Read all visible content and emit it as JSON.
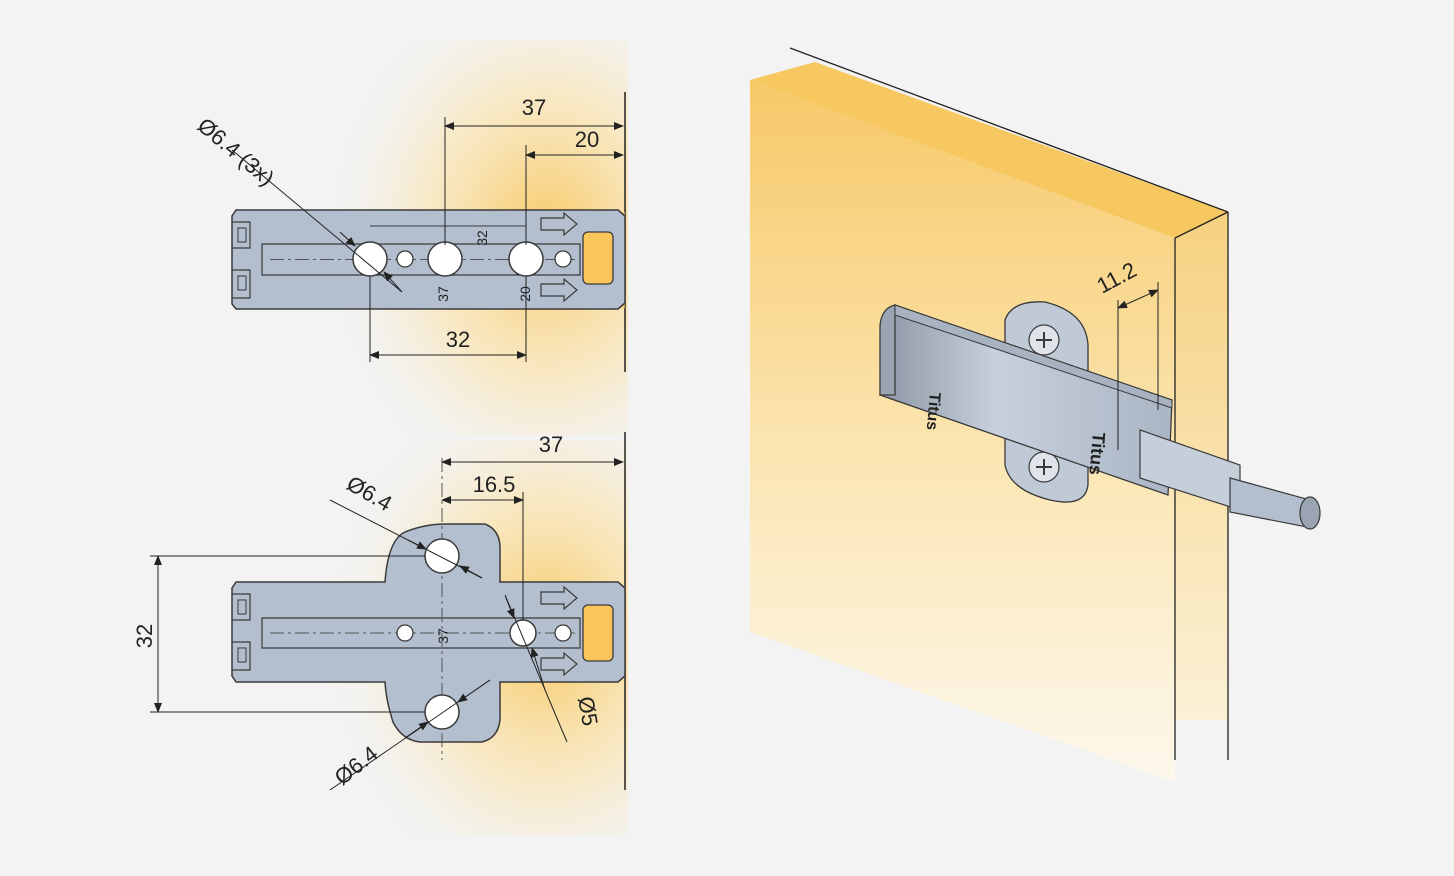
{
  "top_view": {
    "dims": {
      "d37": "37",
      "d20": "20",
      "d32_bottom": "32",
      "hole_dia": "Ø6.4 (3x)"
    },
    "plate_labels": {
      "p32": "32",
      "p37": "37",
      "p20": "20"
    }
  },
  "bottom_view": {
    "dims": {
      "d37": "37",
      "d16_5": "16.5",
      "d32_vert": "32",
      "hole_dia_top": "Ø6.4",
      "hole_dia_bottom": "Ø6.4",
      "hole_dia_small": "Ø5"
    },
    "plate_labels": {
      "p37": "37"
    }
  },
  "iso_view": {
    "dims": {
      "d11_2": "11.2"
    },
    "brand_text": "Titus"
  },
  "colors": {
    "plate": "#b3bfcf",
    "plate_stroke": "#3a3a3a",
    "glow": "#f8c65a",
    "wood": "#f7cf6e",
    "background": "#f3f3f3"
  }
}
